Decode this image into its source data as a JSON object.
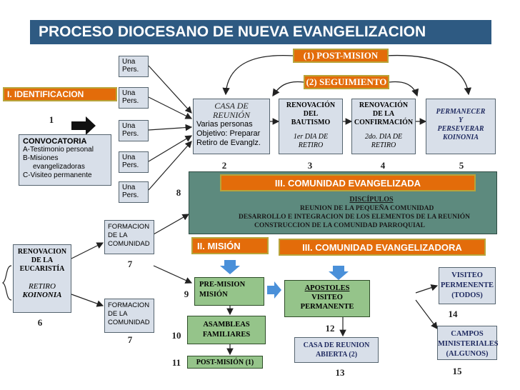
{
  "title": "PROCESO DIOCESANO DE NUEVA EVANGELIZACION",
  "post_mision": "(1) POST-MISION",
  "seguimiento": "(2) SEGUIMIENTO",
  "identificacion": "I. IDENTIFICACION",
  "pers_labels": [
    "Una Pers.",
    "Una Pers.",
    "Una Pers.",
    "Una Pers.",
    "Una Pers."
  ],
  "convocatoria": {
    "heading": "CONVOCATORIA",
    "items": [
      "A-Testimonio personal",
      "B-Misiones",
      "evangelizadoras",
      "C-Visiteo permanente"
    ]
  },
  "casa_reunion": {
    "title": "CASA DE REUNIÓN",
    "lines": [
      "Varias personas",
      "Objetivo: Preparar",
      "Retiro de Evanglz."
    ]
  },
  "renov_bautismo": {
    "lines": [
      "RENOVACIÓN",
      "DEL",
      "BAUTISMO"
    ],
    "sub": [
      "1er DIA DE",
      "RETIRO"
    ]
  },
  "renov_confirmacion": {
    "lines": [
      "RENOVACIÓN",
      "DE LA",
      "CONFIRMACIÓN"
    ],
    "sub": [
      "2do. DIA DE",
      "RETIRO"
    ]
  },
  "permanecer": [
    "PERMANECER",
    "Y",
    "PERSEVERAR",
    "KOINONIA"
  ],
  "numbers": {
    "n1": "1",
    "n2": "2",
    "n3": "3",
    "n4": "4",
    "n5": "5",
    "n6": "6",
    "n7a": "7",
    "n7b": "7",
    "n8": "8",
    "n9": "9",
    "n10": "10",
    "n11": "11",
    "n12": "12",
    "n13": "13",
    "n14": "14",
    "n15": "15"
  },
  "comunidad_evangelizada": {
    "header": "III. COMUNIDAD EVANGELIZADA",
    "discipulos": "DISCÍPULOS",
    "bullets": [
      "REUNION DE LA PEQUEÑA COMUNIDAD",
      "DESARROLLO E INTEGRACION DE LOS ELEMENTOS DE LA REUNIÓN",
      "CONSTRUCCION DE LA COMUNIDAD PARROQUIAL"
    ]
  },
  "formacion": [
    "FORMACION",
    "DE LA",
    "COMUNIDAD"
  ],
  "renovacion_eucaristia": {
    "lines": [
      "RENOVACION",
      "DE LA",
      "EUCARISTÍA"
    ],
    "retiro": "RETIRO",
    "koinonia": "KOINONIA"
  },
  "mision": "II. MISIÓN",
  "comunidad_evangelizadora": "III. COMUNIDAD EVANGELIZADORA",
  "pre_mision": [
    "PRE-MISION",
    "MISIÓN"
  ],
  "apostoles": [
    "APOSTOLES",
    "VISITEO",
    "PERMANENTE"
  ],
  "visiteo": [
    "VISITEO",
    "PERMENENTE",
    "(TODOS)"
  ],
  "asambleas": [
    "ASAMBLEAS",
    "FAMILIARES"
  ],
  "casa_reunion_abierta": [
    "CASA DE REUNION",
    "ABIERTA (2)"
  ],
  "campos": [
    "CAMPOS",
    "MINISTERIALES",
    "(ALGUNOS)"
  ],
  "post_mision_bottom": "POST-MISIÓN (1)",
  "colors": {
    "title_bg": "#2e5a82",
    "orange": "#e36c0a",
    "green": "#5d8a7e",
    "light_green": "#95c48a",
    "gray_box": "#d8dfe9"
  }
}
